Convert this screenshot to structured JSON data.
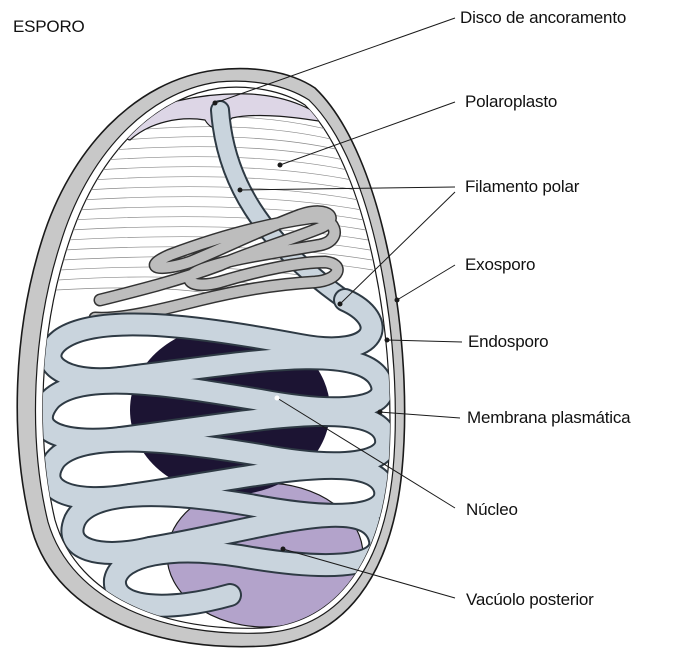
{
  "diagram": {
    "title": "ESPORO",
    "labels": {
      "disco": "Disco de ancoramento",
      "polaroplasto": "Polaroplasto",
      "filamento": "Filamento polar",
      "exosporo": "Exosporo",
      "endosporo": "Endosporo",
      "membrana": "Membrana plasmática",
      "nucleo": "Núcleo",
      "vacuolo": "Vacúolo posterior"
    },
    "colors": {
      "exosporo": "#c8c8c8",
      "filament": "#c9d4dd",
      "filament_outline": "#2e3a44",
      "nucleus": "#1c1433",
      "vacuole": "#b3a3cb",
      "anchor_disc": "#ddd6e6",
      "outline": "#1a1a1a"
    }
  }
}
